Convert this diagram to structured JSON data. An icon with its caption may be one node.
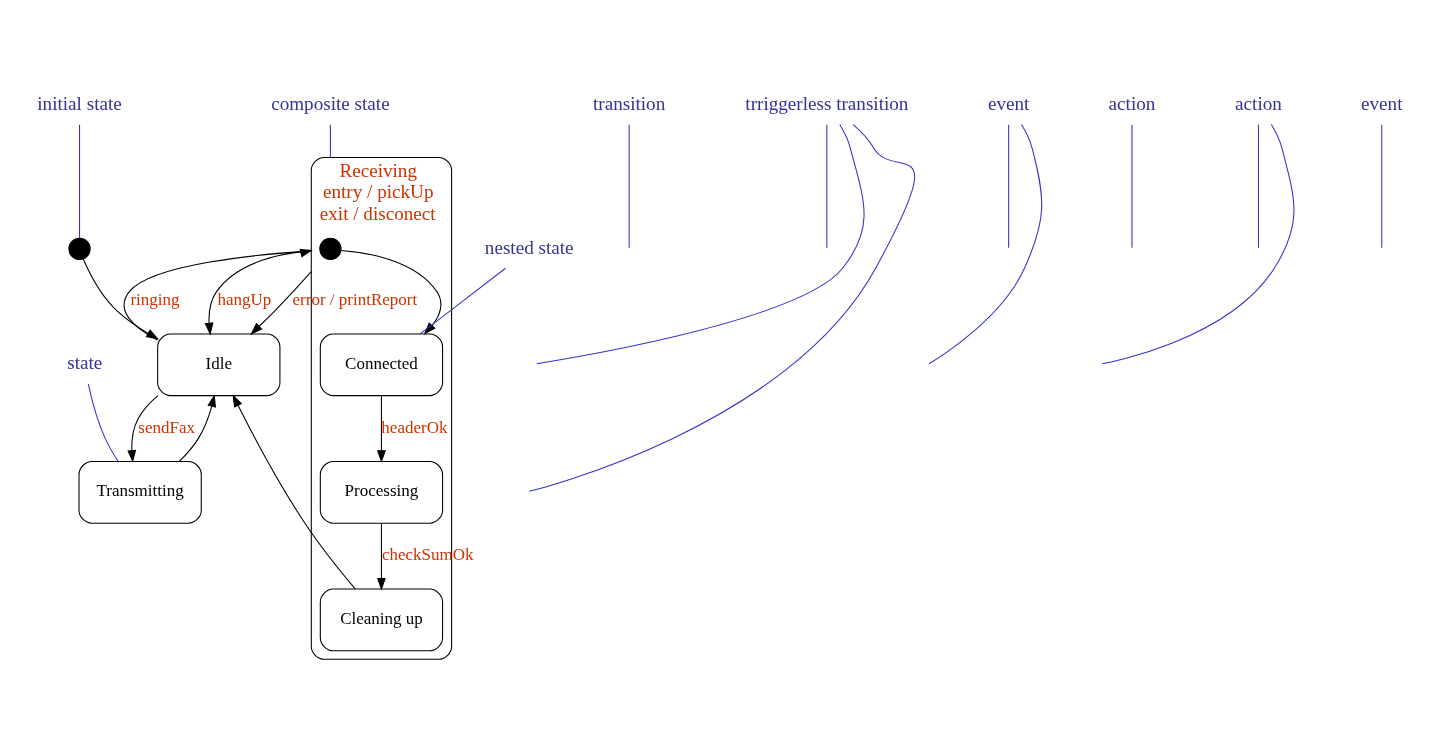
{
  "diagram": {
    "nodes": [
      {
        "text": [],
        "shape": "circle"
      },
      {
        "text": [
          "Idle"
        ]
      },
      {
        "text": [
          "Transmitting"
        ]
      },
      {
        "text": [
          "Receiving",
          "entry / pickUp",
          "exit / disconect"
        ]
      },
      {
        "text": [],
        "shape": "circle",
        "in": 3
      },
      {
        "text": [
          "Connected"
        ],
        "in": 3
      },
      {
        "text": [
          "Processing"
        ],
        "in": 3
      },
      {
        "text": [
          "Cleaning up"
        ],
        "in": 3
      },
      {
        "text": [
          "initial state"
        ]
      },
      {
        "text": [
          "transition"
        ]
      },
      {
        "text": [
          "nested state"
        ]
      },
      {
        "text": [
          "trriggerless transition"
        ]
      },
      {
        "text": [
          "event"
        ]
      },
      {
        "text": [
          "action"
        ]
      },
      {
        "text": [
          "action"
        ]
      },
      {
        "text": [
          "state"
        ]
      },
      {
        "text": [
          "composite state"
        ]
      },
      {
        "text": [
          "event"
        ]
      }
    ],
    "edges": [
      {
        "from": 0,
        "to": 1,
        "arrow": "to",
        "color": "#000000"
      },
      {
        "from": 1,
        "to": 3,
        "arrow": "to",
        "label": "ringing",
        "color": "#000000"
      },
      {
        "from": 1,
        "to": 2,
        "arrow": "to",
        "label": "sendFax",
        "color": "#000000"
      },
      {
        "from": 2,
        "to": 1,
        "arrow": "to",
        "color": "#000000"
      },
      {
        "from": 4,
        "to": 5,
        "arrow": "to",
        "color": "#000000"
      },
      {
        "from": 5,
        "to": 6,
        "arrow": "to",
        "label": "headerOk",
        "color": "#000000"
      },
      {
        "from": 6,
        "to": 7,
        "arrow": "to",
        "label": "checkSumOk",
        "color": "#000000"
      },
      {
        "from": 7,
        "to": 1,
        "arrow": "to",
        "color": "#000000"
      },
      {
        "from": 3,
        "to": 1,
        "arrow": "to",
        "label": "hangUp",
        "color": "#000000"
      },
      {
        "from": 3,
        "to": 1,
        "arrow": "to",
        "label": "error / printReport",
        "color": "#000000"
      },
      {
        "from": 8,
        "to": 0,
        "arrow": "none",
        "color": "#3333cc"
      },
      {
        "from": 9,
        "to": null,
        "arrow": "none",
        "color": "#3333cc"
      },
      {
        "from": 10,
        "to": 5,
        "arrow": "none",
        "color": "#3333cc"
      },
      {
        "from": 11,
        "to": null,
        "arrow": "none",
        "color": "#3333cc"
      },
      {
        "from": 11,
        "to": null,
        "arrow": "none",
        "color": "#3333cc"
      },
      {
        "from": 11,
        "to": null,
        "arrow": "none",
        "color": "#3333cc"
      },
      {
        "from": 12,
        "to": null,
        "arrow": "none",
        "color": "#3333cc"
      },
      {
        "from": 12,
        "to": null,
        "arrow": "none",
        "color": "#3333cc"
      },
      {
        "from": 13,
        "to": null,
        "arrow": "none",
        "color": "#3333cc"
      },
      {
        "from": 14,
        "to": null,
        "arrow": "none",
        "color": "#3333cc"
      },
      {
        "from": 14,
        "to": null,
        "arrow": "none",
        "color": "#3333cc"
      },
      {
        "from": 15,
        "to": 2,
        "arrow": "none",
        "color": "#3333cc"
      },
      {
        "from": 16,
        "to": 3,
        "arrow": "none",
        "color": "#3333cc"
      },
      {
        "from": 17,
        "to": null,
        "arrow": "none",
        "color": "#3333cc"
      }
    ]
  }
}
